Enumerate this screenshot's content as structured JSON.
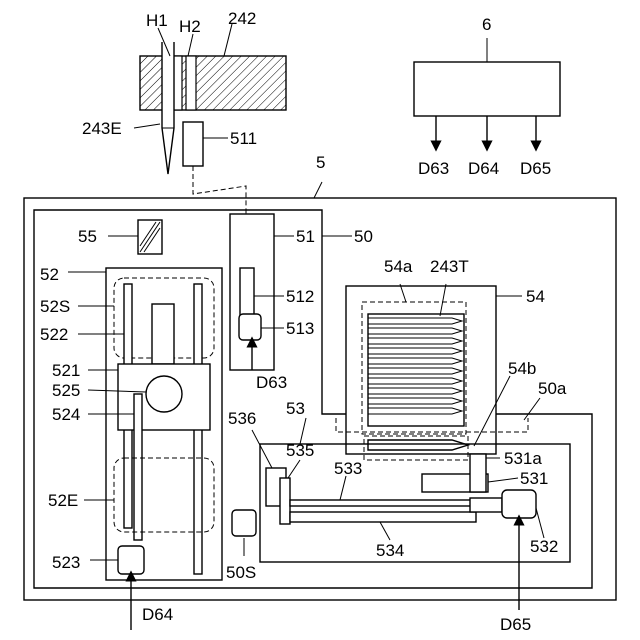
{
  "labels": {
    "H1": "H1",
    "H2": "H2",
    "n242": "242",
    "n243E": "243E",
    "n511": "511",
    "n6": "6",
    "D63_top": "D63",
    "D64_top": "D64",
    "D65_top": "D65",
    "n5": "5",
    "n55": "55",
    "n51": "51",
    "n50": "50",
    "n52": "52",
    "n52S": "52S",
    "n522": "522",
    "n521": "521",
    "n525": "525",
    "n524": "524",
    "n52E": "52E",
    "n523": "523",
    "D64_bot": "D64",
    "n512": "512",
    "n513": "513",
    "D63_mid": "D63",
    "n54a": "54a",
    "n243T": "243T",
    "n54": "54",
    "n54b": "54b",
    "n50a": "50a",
    "n536": "536",
    "n53": "53",
    "n535": "535",
    "n531a": "531a",
    "n533": "533",
    "n531": "531",
    "n532": "532",
    "n534": "534",
    "n50S": "50S",
    "D65_bot": "D65"
  }
}
